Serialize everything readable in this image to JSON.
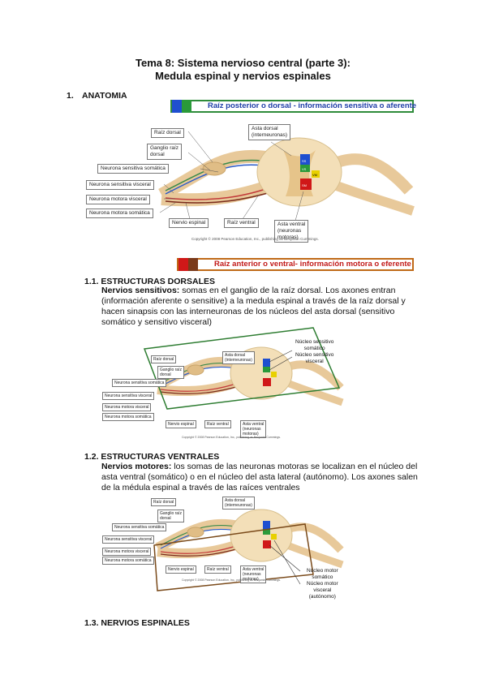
{
  "title": {
    "line1": "Tema 8: Sistema nervioso central (parte 3):",
    "line2": "Medula espinal y nervios espinales"
  },
  "sections": {
    "s1": {
      "num": "1.",
      "heading": "ANATOMIA"
    },
    "s11": {
      "heading": "1.1. ESTRUCTURAS DORSALES",
      "bold": "Nervios sensitivos:",
      "text": " somas en el ganglio de la raíz dorsal. Los axones entran (información aferente o sensitive) a la medula espinal a través de la raíz dorsal y hacen sinapsis con las interneuronas de los núcleos del asta dorsal (sensitivo somático y sensitivo visceral)"
    },
    "s12": {
      "heading": "1.2. ESTRUCTURAS VENTRALES",
      "bold": "Nervios motores:",
      "text": " los somas de las neuronas motoras se localizan en el núcleo del asta ventral (somático) o en el núcleo del asta lateral (autónomo). Los axones salen de la médula espinal a través de las raíces ventrales"
    },
    "s13": {
      "heading": "1.3. NERVIOS ESPINALES"
    }
  },
  "banners": {
    "posterior": "Raíz posterior o dorsal - información sensitiva o aferente",
    "anterior": "Raíz anterior o ventral- información motora o eferente"
  },
  "figure": {
    "raiz_dorsal": "Raíz dorsal",
    "ganglio_line1": "Ganglio raíz",
    "ganglio_line2": "dorsal",
    "neurona_sens_somatica": "Neurona sensitiva somática",
    "neurona_sens_visceral": "Neurona sensitiva visceral",
    "neurona_motora_visceral": "Neurona motora visceral",
    "neurona_motora_somatica": "Neurona motora somática",
    "asta_dorsal_line1": "Asta dorsal",
    "asta_dorsal_line2": "(interneuronas)",
    "nervio_espinal": "Nervio espinal",
    "raiz_ventral": "Raíz ventral",
    "asta_ventral_line1": "Asta ventral",
    "asta_ventral_line2": "(neuronas",
    "asta_ventral_line3": "motoras)",
    "copyright": "Copyright © 2008 Pearson Education, Inc., publishing as Benjamin Cummings.",
    "ss": "SS",
    "vs": "VS",
    "vm": "VM",
    "sm": "SM"
  },
  "callouts": {
    "sensitivo_line1": "Núcleo sensitivo",
    "sensitivo_line2": "somático",
    "sensitivo_line3": "Núcleo sensitivo",
    "sensitivo_line4": "visceral",
    "motor_line1": "Núcleo motor",
    "motor_line2": "somático",
    "motor_line3": "Núcleo motor",
    "motor_line4": "visceral",
    "motor_line5": "(autónomo)"
  },
  "colors": {
    "posterior_border": "#2e8b3a",
    "posterior_text": "#1f3fa8",
    "swatch_blue": "#1f4fd0",
    "swatch_green": "#2a9a3a",
    "anterior_border": "#c06a18",
    "anterior_text": "#c21a1a",
    "swatch_red": "#d01818",
    "swatch_darkred": "#7a3a1a",
    "box_green": "#2e7d32",
    "box_brown": "#7a4a1a"
  }
}
